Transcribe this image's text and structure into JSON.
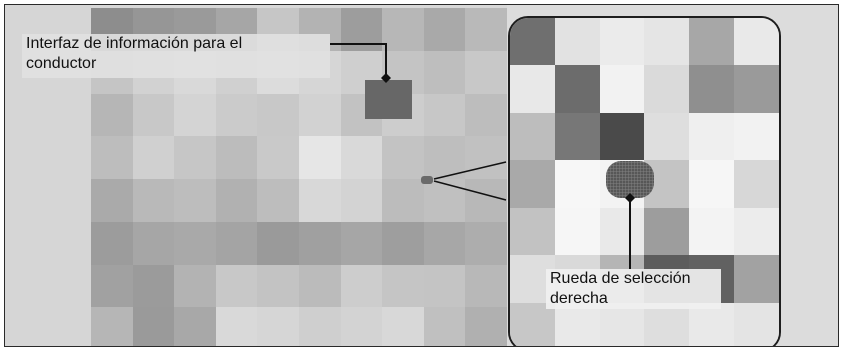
{
  "labels": {
    "driver_info_line1": "Interfaz de información para el",
    "driver_info_line2": "conductor",
    "right_wheel_line1": "Rueda de selección",
    "right_wheel_line2": "derecha"
  },
  "colors": {
    "frame_border": "#2a2a2a",
    "callout_border": "#1e1e1e",
    "leader_line": "#111111"
  }
}
